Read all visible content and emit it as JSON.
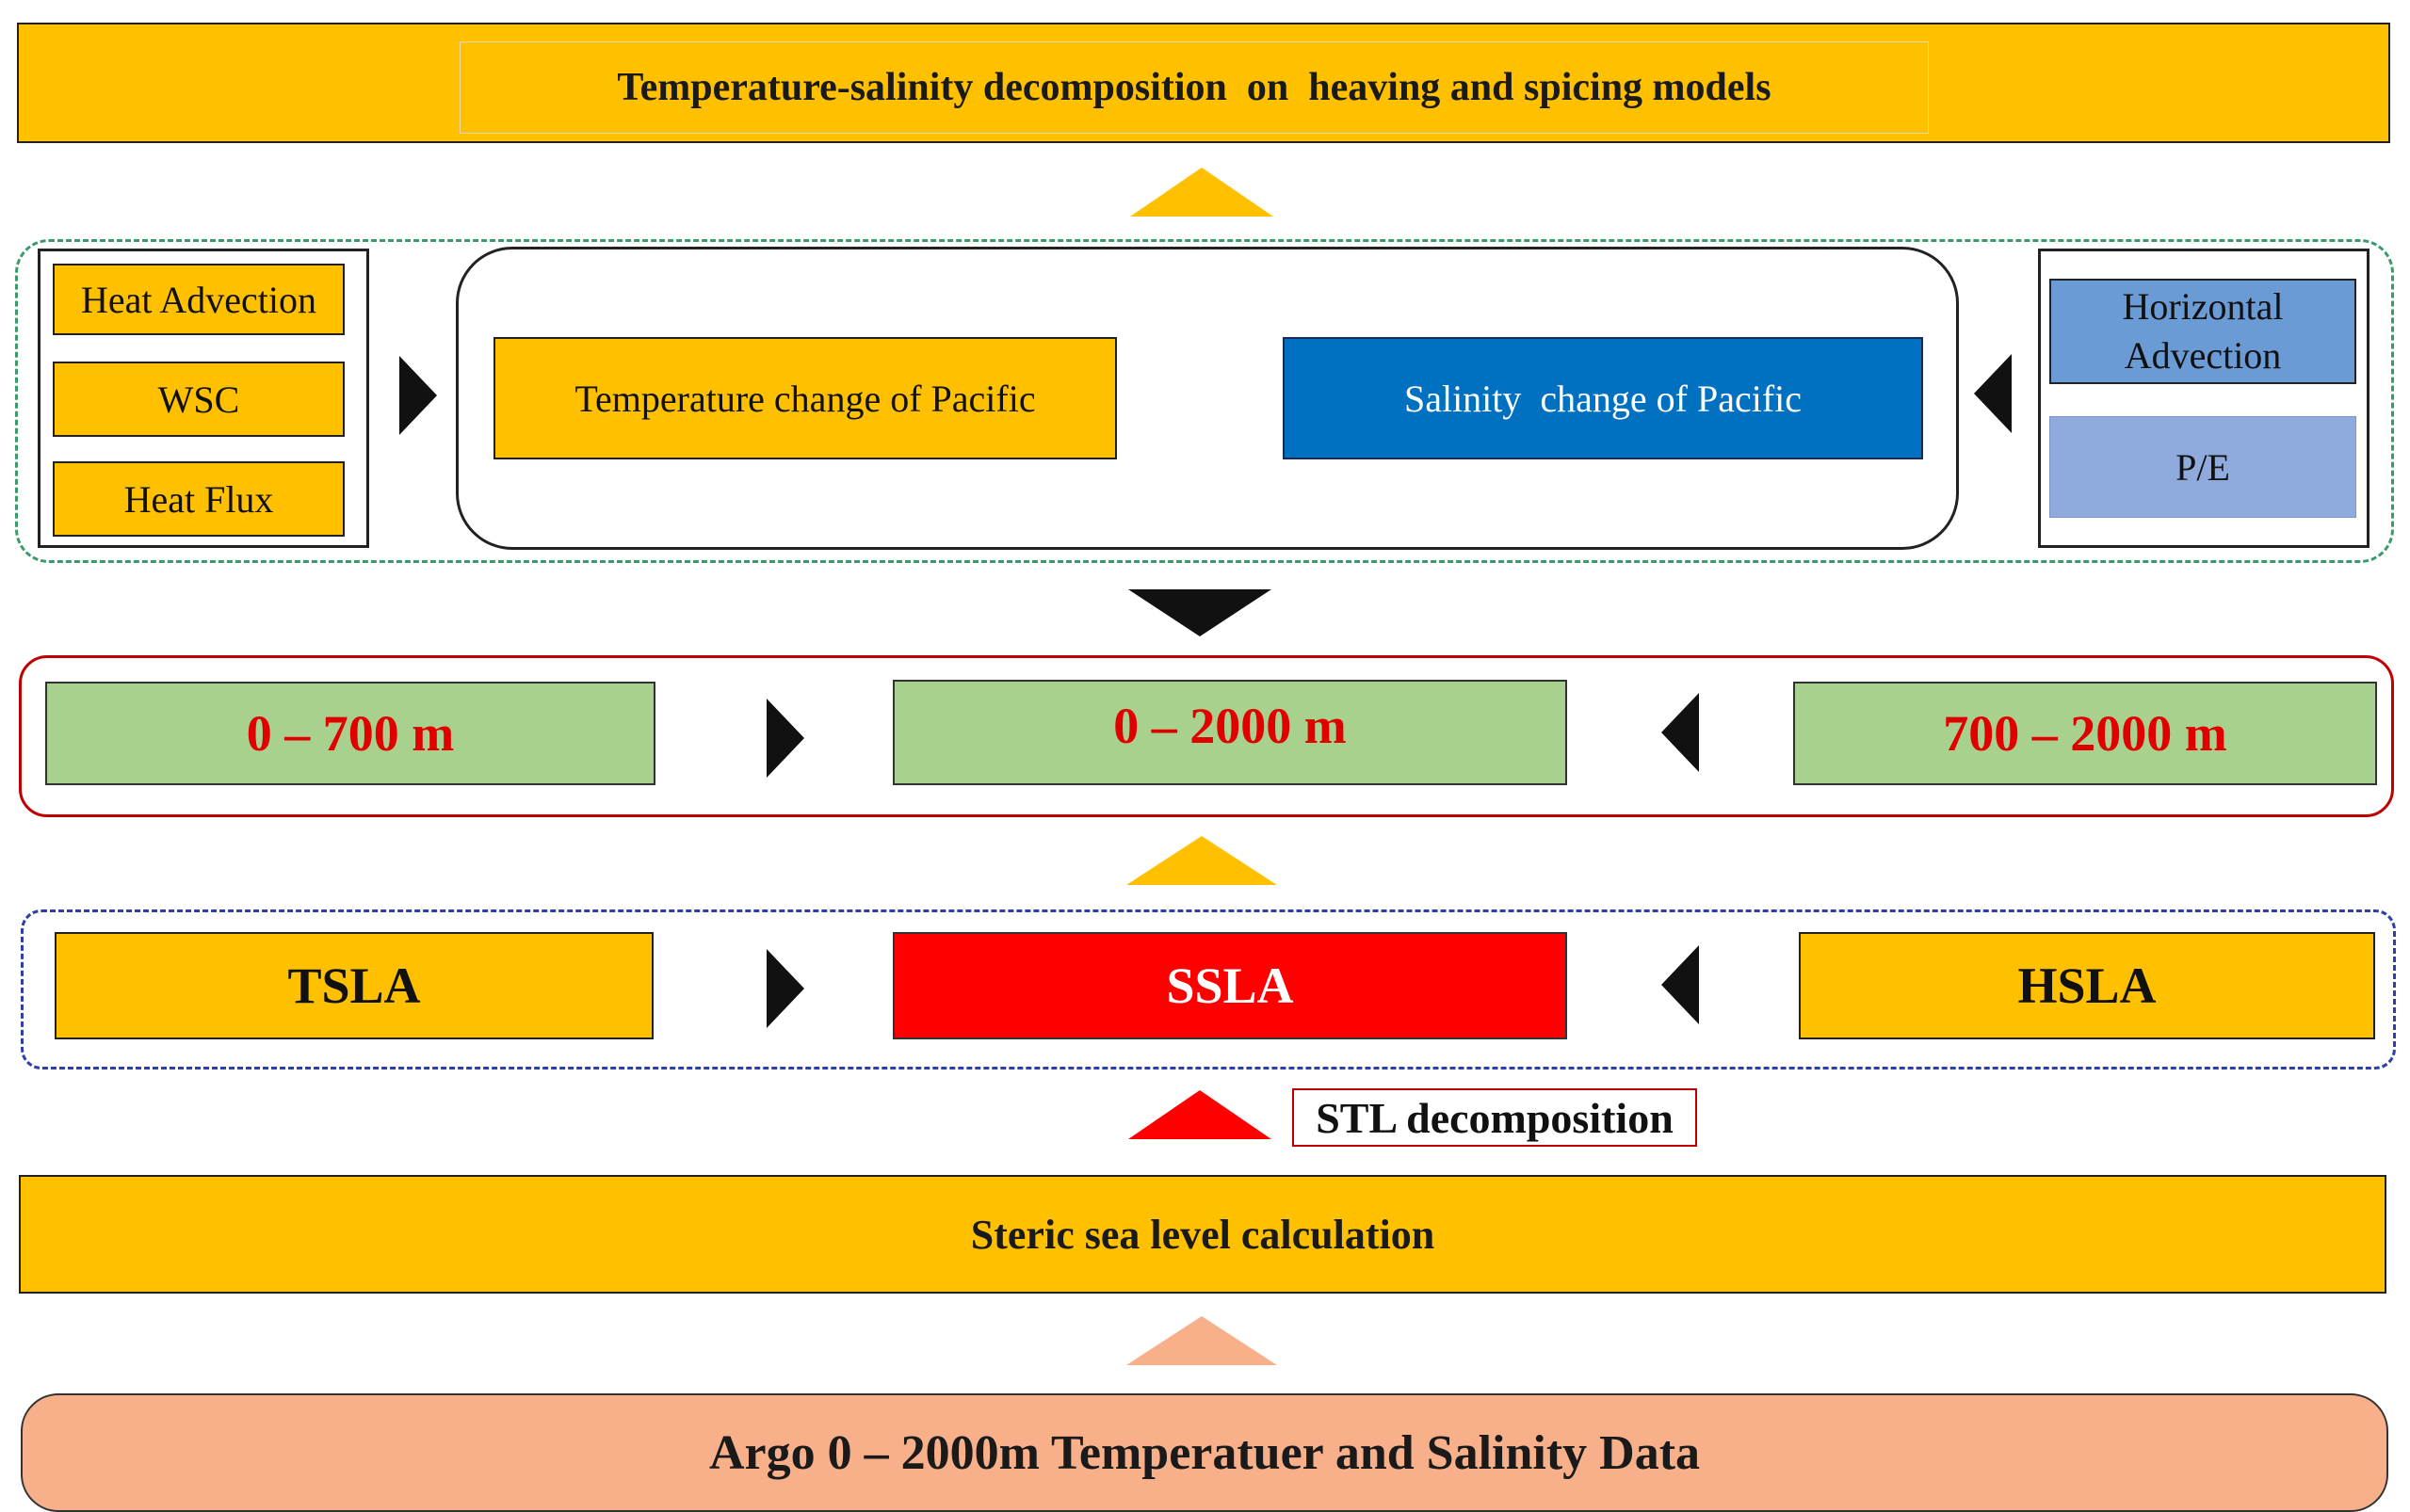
{
  "top_banner": {
    "label": "Temperature-salinity decomposition  on  heaving and spicing models"
  },
  "factors": {
    "temperature_drivers": [
      "Heat Advection",
      "WSC",
      "Heat Flux"
    ],
    "salinity_drivers": [
      "Horizontal Advection",
      "P/E"
    ],
    "temperature_change": "Temperature change of Pacific",
    "salinity_change": "Salinity  change of Pacific"
  },
  "depth_layers": {
    "left": "0 – 700 m",
    "center": "0 – 2000 m",
    "right": "700 – 2000 m"
  },
  "components": {
    "left": "TSLA",
    "center": "SSLA",
    "right": "HSLA"
  },
  "stl": {
    "label": "STL decomposition"
  },
  "steric": {
    "label": "Steric sea level calculation"
  },
  "argo": {
    "label": "Argo 0 – 2000m Temperatuer and Salinity Data"
  },
  "colors": {
    "yellow": "#FFC000",
    "blue_dark": "#0070C0",
    "blue_mid": "#6A9BD5",
    "blue_light": "#8FAADC",
    "green": "#A9D18E",
    "red": "#FF0000",
    "peach": "#F8B08A",
    "text_red": "#E00000"
  }
}
